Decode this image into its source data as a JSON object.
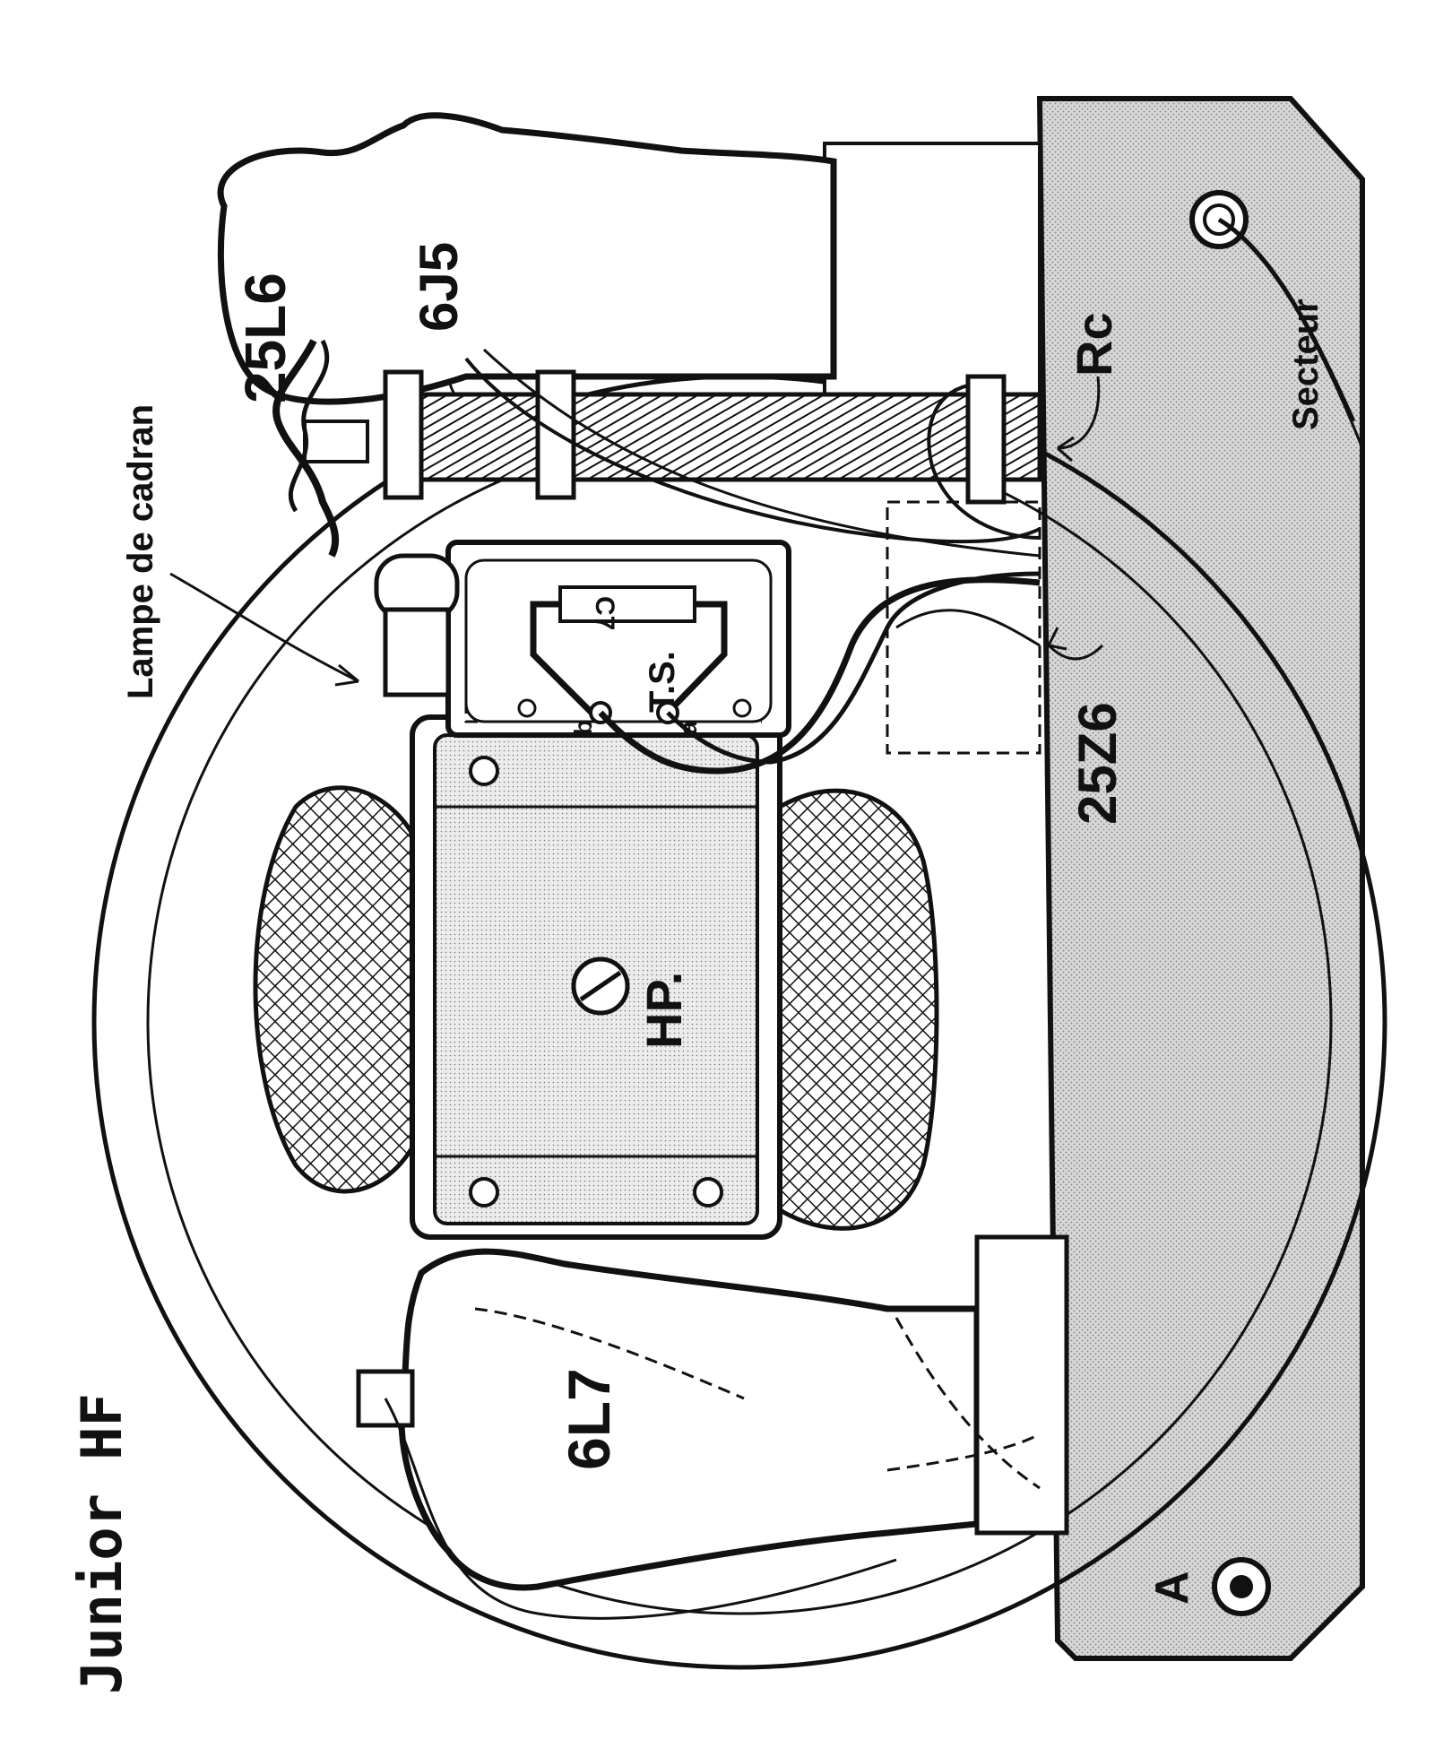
{
  "figure": {
    "title": "Junior HF",
    "labels": {
      "tube_25L6": "25L6",
      "tube_6J5": "6J5",
      "tube_6L7": "6L7",
      "tube_25Z6": "25Z6",
      "speaker": "HP.",
      "transformer": "T.S.",
      "terminal_a": "a",
      "terminal_b": "b",
      "capacitor": "C7",
      "resistor_rc": "Rc",
      "dial_lamp": "Lampe de cadran",
      "mains": "Secteur",
      "point_a": "A"
    }
  }
}
